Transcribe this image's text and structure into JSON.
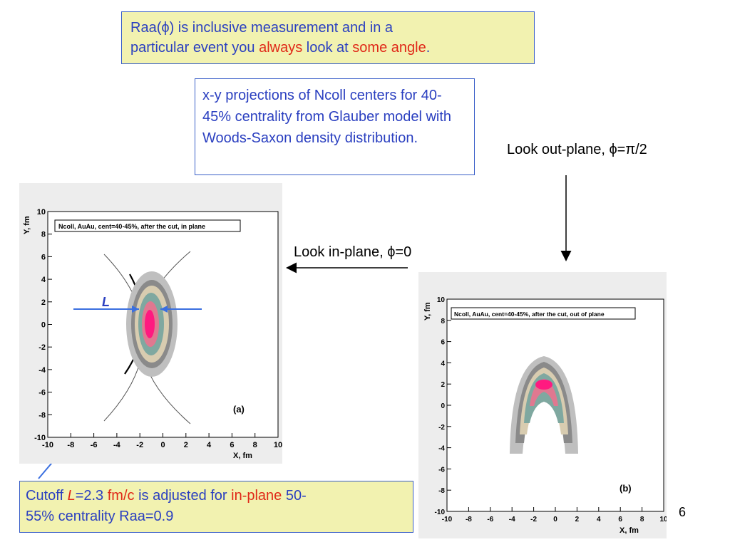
{
  "note_top": {
    "line1_a": "Raa(",
    "phi": "ϕ",
    "line1_b": ") is inclusive measurement and in a",
    "line2_a": "particular event you ",
    "always": "always",
    "line2_b": " look at ",
    "some_angle": "some angle",
    "period": "."
  },
  "note_mid": {
    "text": "x-y projections of Ncoll centers for 40-45% centrality from Glauber model with Woods-Saxon density distribution."
  },
  "label_out": "Look out-plane, ϕ=π/2",
  "label_in": "Look in-plane, ϕ=0",
  "marker_L": "L",
  "note_bottom": {
    "cutoff": "Cutoff ",
    "L": "L",
    "eq": "=2.3 ",
    "unit": "fm/c",
    "mid": " is adjusted for ",
    "in_plane": "in-plane",
    "num": " 50-",
    "line2": "55% centrality Raa=0.9"
  },
  "page_number": "6",
  "plot_a": {
    "legend": "Ncoll, AuAu, cent=40-45%, after the cut, in plane",
    "panel": "(a)",
    "xlabel": "X, fm",
    "ylabel": "Y, fm",
    "xticks": [
      "-10",
      "-8",
      "-6",
      "-4",
      "-2",
      "0",
      "2",
      "4",
      "6",
      "8",
      "10"
    ],
    "yticks": [
      "10",
      "8",
      "6",
      "4",
      "2",
      "0",
      "-2",
      "-4",
      "-6",
      "-8",
      "-10"
    ]
  },
  "plot_b": {
    "legend": "Ncoll, AuAu, cent=40-45%, after the cut, out of plane",
    "panel": "(b)",
    "xlabel": "X, fm",
    "ylabel": "Y, fm",
    "xticks": [
      "-10",
      "-8",
      "-6",
      "-4",
      "-2",
      "0",
      "2",
      "4",
      "6",
      "8",
      "10"
    ],
    "yticks": [
      "10",
      "8",
      "6",
      "4",
      "2",
      "0",
      "-2",
      "-4",
      "-6",
      "-8",
      "-10"
    ]
  }
}
